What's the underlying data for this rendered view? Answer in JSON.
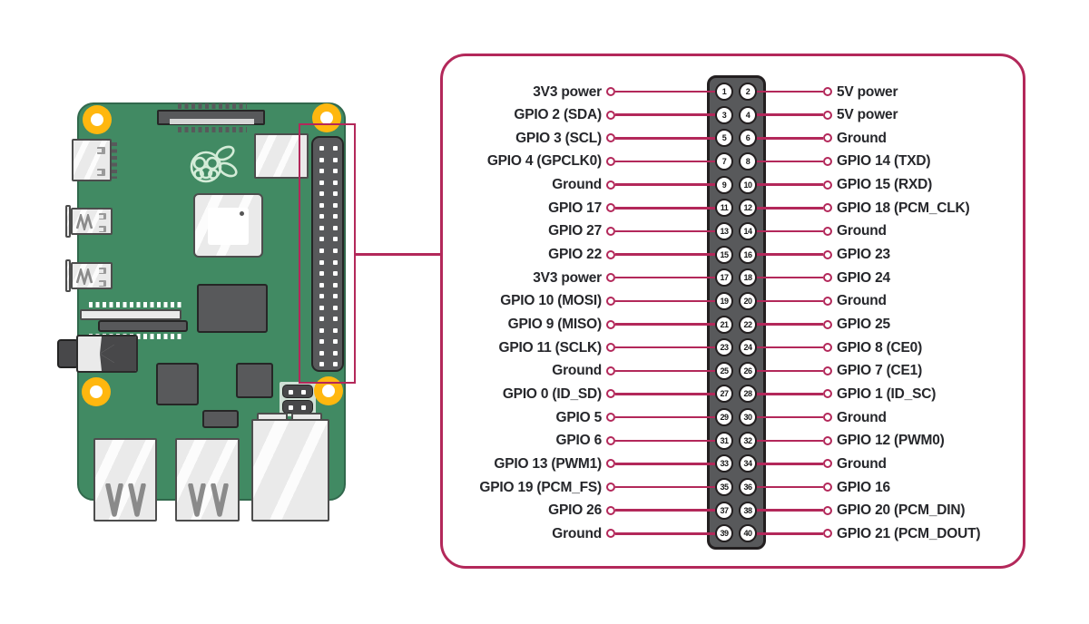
{
  "diagram": {
    "name": "Raspberry Pi GPIO pinout diagram",
    "colors": {
      "accent": "#b3285a",
      "board_green": "#418a63",
      "part_dark_gray": "#58595b",
      "hole_yellow": "#ffb70f",
      "label_text": "#26272b",
      "logo_green": "#d4ecd8"
    },
    "icons": [
      "raspberry-pi-logo-icon",
      "usb-prongs-icon",
      "usb-contacts-icon",
      "audio-jack-icon"
    ]
  },
  "pinout": {
    "rows": [
      {
        "left_label": "3V3 power",
        "left_pin": "1",
        "right_pin": "2",
        "right_label": "5V power"
      },
      {
        "left_label": "GPIO 2 (SDA)",
        "left_pin": "3",
        "right_pin": "4",
        "right_label": "5V power"
      },
      {
        "left_label": "GPIO 3 (SCL)",
        "left_pin": "5",
        "right_pin": "6",
        "right_label": "Ground"
      },
      {
        "left_label": "GPIO 4 (GPCLK0)",
        "left_pin": "7",
        "right_pin": "8",
        "right_label": "GPIO 14 (TXD)"
      },
      {
        "left_label": "Ground",
        "left_pin": "9",
        "right_pin": "10",
        "right_label": "GPIO 15 (RXD)"
      },
      {
        "left_label": "GPIO 17",
        "left_pin": "11",
        "right_pin": "12",
        "right_label": "GPIO 18 (PCM_CLK)"
      },
      {
        "left_label": "GPIO 27",
        "left_pin": "13",
        "right_pin": "14",
        "right_label": "Ground"
      },
      {
        "left_label": "GPIO 22",
        "left_pin": "15",
        "right_pin": "16",
        "right_label": "GPIO 23"
      },
      {
        "left_label": "3V3 power",
        "left_pin": "17",
        "right_pin": "18",
        "right_label": "GPIO 24"
      },
      {
        "left_label": "GPIO 10 (MOSI)",
        "left_pin": "19",
        "right_pin": "20",
        "right_label": "Ground"
      },
      {
        "left_label": "GPIO 9 (MISO)",
        "left_pin": "21",
        "right_pin": "22",
        "right_label": "GPIO 25"
      },
      {
        "left_label": "GPIO 11 (SCLK)",
        "left_pin": "23",
        "right_pin": "24",
        "right_label": "GPIO 8 (CE0)"
      },
      {
        "left_label": "Ground",
        "left_pin": "25",
        "right_pin": "26",
        "right_label": "GPIO 7 (CE1)"
      },
      {
        "left_label": "GPIO 0 (ID_SD)",
        "left_pin": "27",
        "right_pin": "28",
        "right_label": "GPIO 1 (ID_SC)"
      },
      {
        "left_label": "GPIO 5",
        "left_pin": "29",
        "right_pin": "30",
        "right_label": "Ground"
      },
      {
        "left_label": "GPIO 6",
        "left_pin": "31",
        "right_pin": "32",
        "right_label": "GPIO 12 (PWM0)"
      },
      {
        "left_label": "GPIO 13 (PWM1)",
        "left_pin": "33",
        "right_pin": "34",
        "right_label": "Ground"
      },
      {
        "left_label": "GPIO 19 (PCM_FS)",
        "left_pin": "35",
        "right_pin": "36",
        "right_label": "GPIO 16"
      },
      {
        "left_label": "GPIO 26",
        "left_pin": "37",
        "right_pin": "38",
        "right_label": "GPIO 20 (PCM_DIN)"
      },
      {
        "left_label": "Ground",
        "left_pin": "39",
        "right_pin": "40",
        "right_label": "GPIO 21 (PCM_DOUT)"
      }
    ]
  }
}
